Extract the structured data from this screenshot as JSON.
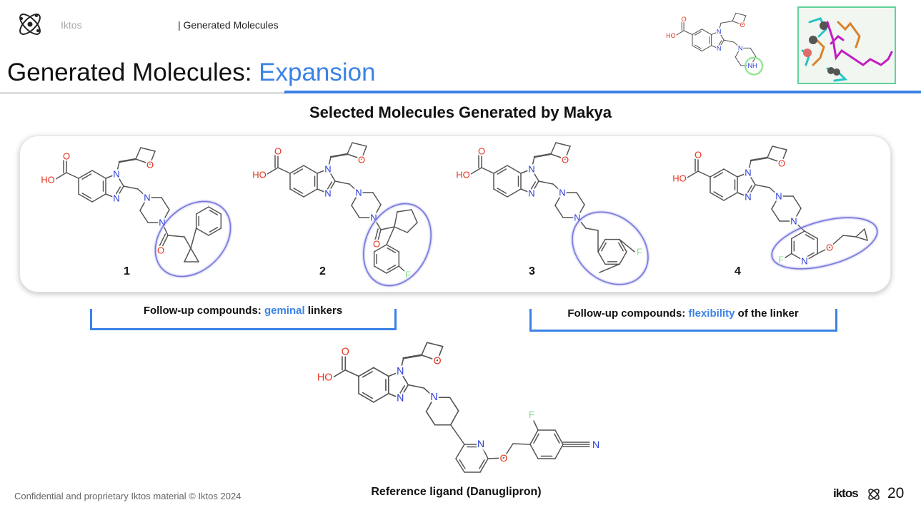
{
  "header": {
    "brand": "Iktos",
    "section": "| Generated Molecules",
    "title_main": "Generated Molecules: ",
    "title_accent": "Expansion"
  },
  "subtitle": "Selected Molecules Generated by Makya",
  "molecules": [
    {
      "number": "1"
    },
    {
      "number": "2"
    },
    {
      "number": "3"
    },
    {
      "number": "4"
    }
  ],
  "brackets": [
    {
      "prefix": "Follow-up compounds: ",
      "accent": "geminal",
      "suffix": " linkers"
    },
    {
      "prefix": "Follow-up compounds: ",
      "accent": "flexibility",
      "suffix": " of the linker"
    }
  ],
  "atoms": {
    "hydroxyl": "HO",
    "oxygen": "O",
    "nitrogen": "N",
    "fluorine": "F",
    "amine": "NH"
  },
  "reference_caption": "Reference ligand (Danuglipron)",
  "footer": {
    "confidential": "Confidential and proprietary Iktos material  © Iktos 2024",
    "brand": "iktos",
    "page_number": "20"
  },
  "colors": {
    "accent": "#3b82e6",
    "oxygen": "#e8321e",
    "nitrogen": "#2a3bd6",
    "fluorine": "#86e08a",
    "bond": "#555555",
    "highlight": "#7474dc",
    "hit_circle": "#8ee38e"
  }
}
